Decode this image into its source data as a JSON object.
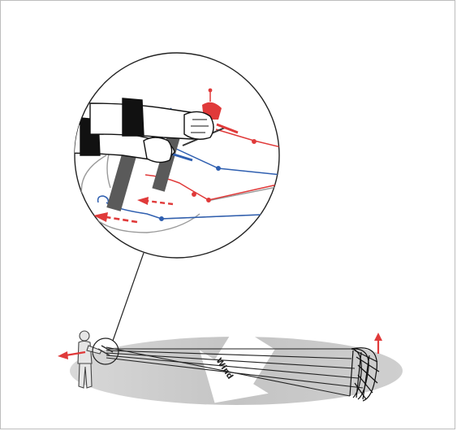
{
  "diagram": {
    "wind_label": "Wind",
    "colors": {
      "left_line": "#e03a3a",
      "right_line": "#2f5fb0",
      "arrow": "#e03a3a",
      "ground": "#c9c9c9",
      "wind_arrow": "#ffffff",
      "kite": "#1a1a1a",
      "grip": "#555555"
    },
    "icons": [
      "pilot-figure",
      "kite-canopy",
      "control-handles",
      "wind-arrow",
      "pull-direction-arrow",
      "lift-arrow"
    ]
  }
}
